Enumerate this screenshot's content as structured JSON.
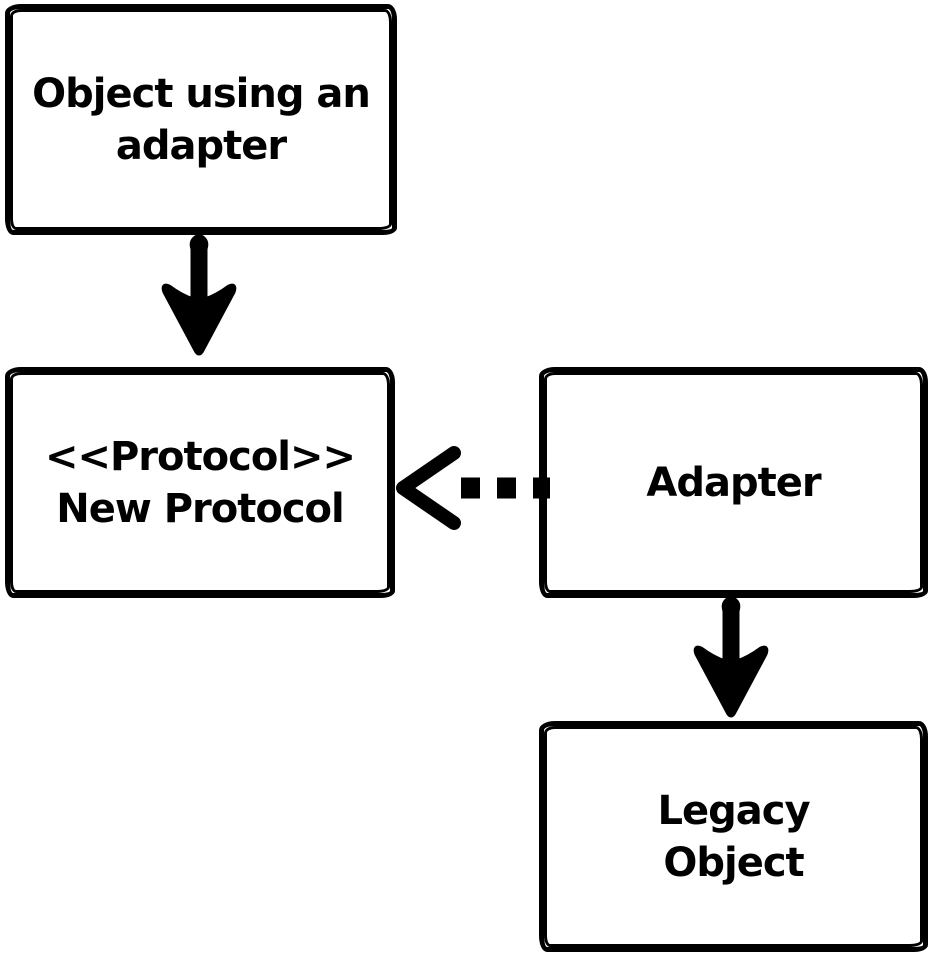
{
  "diagram": {
    "kind": "adapter-pattern-uml-sketch",
    "colors": {
      "stroke": "#000000",
      "background": "#ffffff"
    },
    "nodes": [
      {
        "id": "client",
        "label": "Object using an\nadapter"
      },
      {
        "id": "protocol",
        "label": "<<Protocol>>\nNew Protocol"
      },
      {
        "id": "adapter",
        "label": "Adapter"
      },
      {
        "id": "legacy",
        "label": "Legacy\nObject"
      }
    ],
    "edges": [
      {
        "from": "client",
        "to": "protocol",
        "style": "solid",
        "arrowhead": "filled",
        "direction": "down"
      },
      {
        "from": "adapter",
        "to": "protocol",
        "style": "dashed",
        "arrowhead": "open",
        "direction": "left"
      },
      {
        "from": "adapter",
        "to": "legacy",
        "style": "solid",
        "arrowhead": "filled",
        "direction": "down"
      }
    ]
  }
}
